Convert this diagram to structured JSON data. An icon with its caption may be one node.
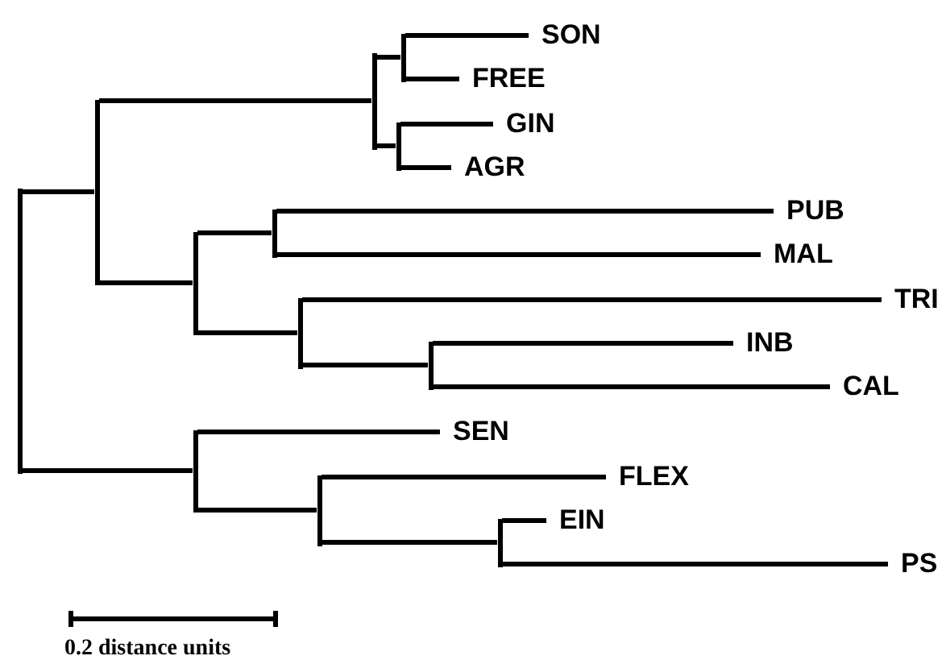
{
  "diagram": {
    "nodes": [
      {
        "text": [
          "SON"
        ]
      },
      {
        "text": [
          "FREE"
        ]
      },
      {
        "text": [
          "GIN"
        ]
      },
      {
        "text": [
          "AGR"
        ]
      },
      {
        "text": [
          "PUB"
        ]
      },
      {
        "text": [
          "MAL"
        ]
      },
      {
        "text": [
          "TRI"
        ]
      },
      {
        "text": [
          "INB"
        ]
      },
      {
        "text": [
          "CAL"
        ]
      },
      {
        "text": [
          "SEN"
        ]
      },
      {
        "text": [
          "FLEX"
        ]
      },
      {
        "text": [
          "EIN"
        ]
      },
      {
        "text": [
          "PS"
        ]
      },
      {
        "text": [],
        "shape": "bar"
      },
      {
        "text": [],
        "shape": "bar"
      },
      {
        "text": [],
        "shape": "bar"
      },
      {
        "text": [],
        "shape": "bar"
      },
      {
        "text": [],
        "shape": "bar"
      },
      {
        "text": [],
        "shape": "bar"
      },
      {
        "text": [],
        "shape": "bar"
      },
      {
        "text": [],
        "shape": "bar"
      },
      {
        "text": [],
        "shape": "bar"
      },
      {
        "text": [],
        "shape": "bar"
      },
      {
        "text": [],
        "shape": "bar"
      },
      {
        "text": [],
        "shape": "bar"
      }
    ],
    "edges": [
      {
        "from": 13,
        "to": 14,
        "arrow": "none"
      },
      {
        "from": 13,
        "to": 22,
        "arrow": "none"
      },
      {
        "from": 14,
        "to": 15,
        "arrow": "none"
      },
      {
        "from": 14,
        "to": 18,
        "arrow": "none"
      },
      {
        "from": 15,
        "to": 16,
        "arrow": "none"
      },
      {
        "from": 15,
        "to": 17,
        "arrow": "none"
      },
      {
        "from": 16,
        "to": 0,
        "arrow": "none"
      },
      {
        "from": 16,
        "to": 1,
        "arrow": "none"
      },
      {
        "from": 17,
        "to": 2,
        "arrow": "none"
      },
      {
        "from": 17,
        "to": 3,
        "arrow": "none"
      },
      {
        "from": 18,
        "to": 19,
        "arrow": "none"
      },
      {
        "from": 18,
        "to": 20,
        "arrow": "none"
      },
      {
        "from": 19,
        "to": 4,
        "arrow": "none"
      },
      {
        "from": 19,
        "to": 5,
        "arrow": "none"
      },
      {
        "from": 20,
        "to": 6,
        "arrow": "none"
      },
      {
        "from": 20,
        "to": 21,
        "arrow": "none"
      },
      {
        "from": 21,
        "to": 7,
        "arrow": "none"
      },
      {
        "from": 21,
        "to": 8,
        "arrow": "none"
      },
      {
        "from": 22,
        "to": 9,
        "arrow": "none"
      },
      {
        "from": 22,
        "to": 23,
        "arrow": "none"
      },
      {
        "from": 23,
        "to": 10,
        "arrow": "none"
      },
      {
        "from": 23,
        "to": 24,
        "arrow": "none"
      },
      {
        "from": 24,
        "to": 11,
        "arrow": "none"
      },
      {
        "from": 24,
        "to": 12,
        "arrow": "none"
      }
    ],
    "labels": [
      "0.2 distance units"
    ]
  }
}
